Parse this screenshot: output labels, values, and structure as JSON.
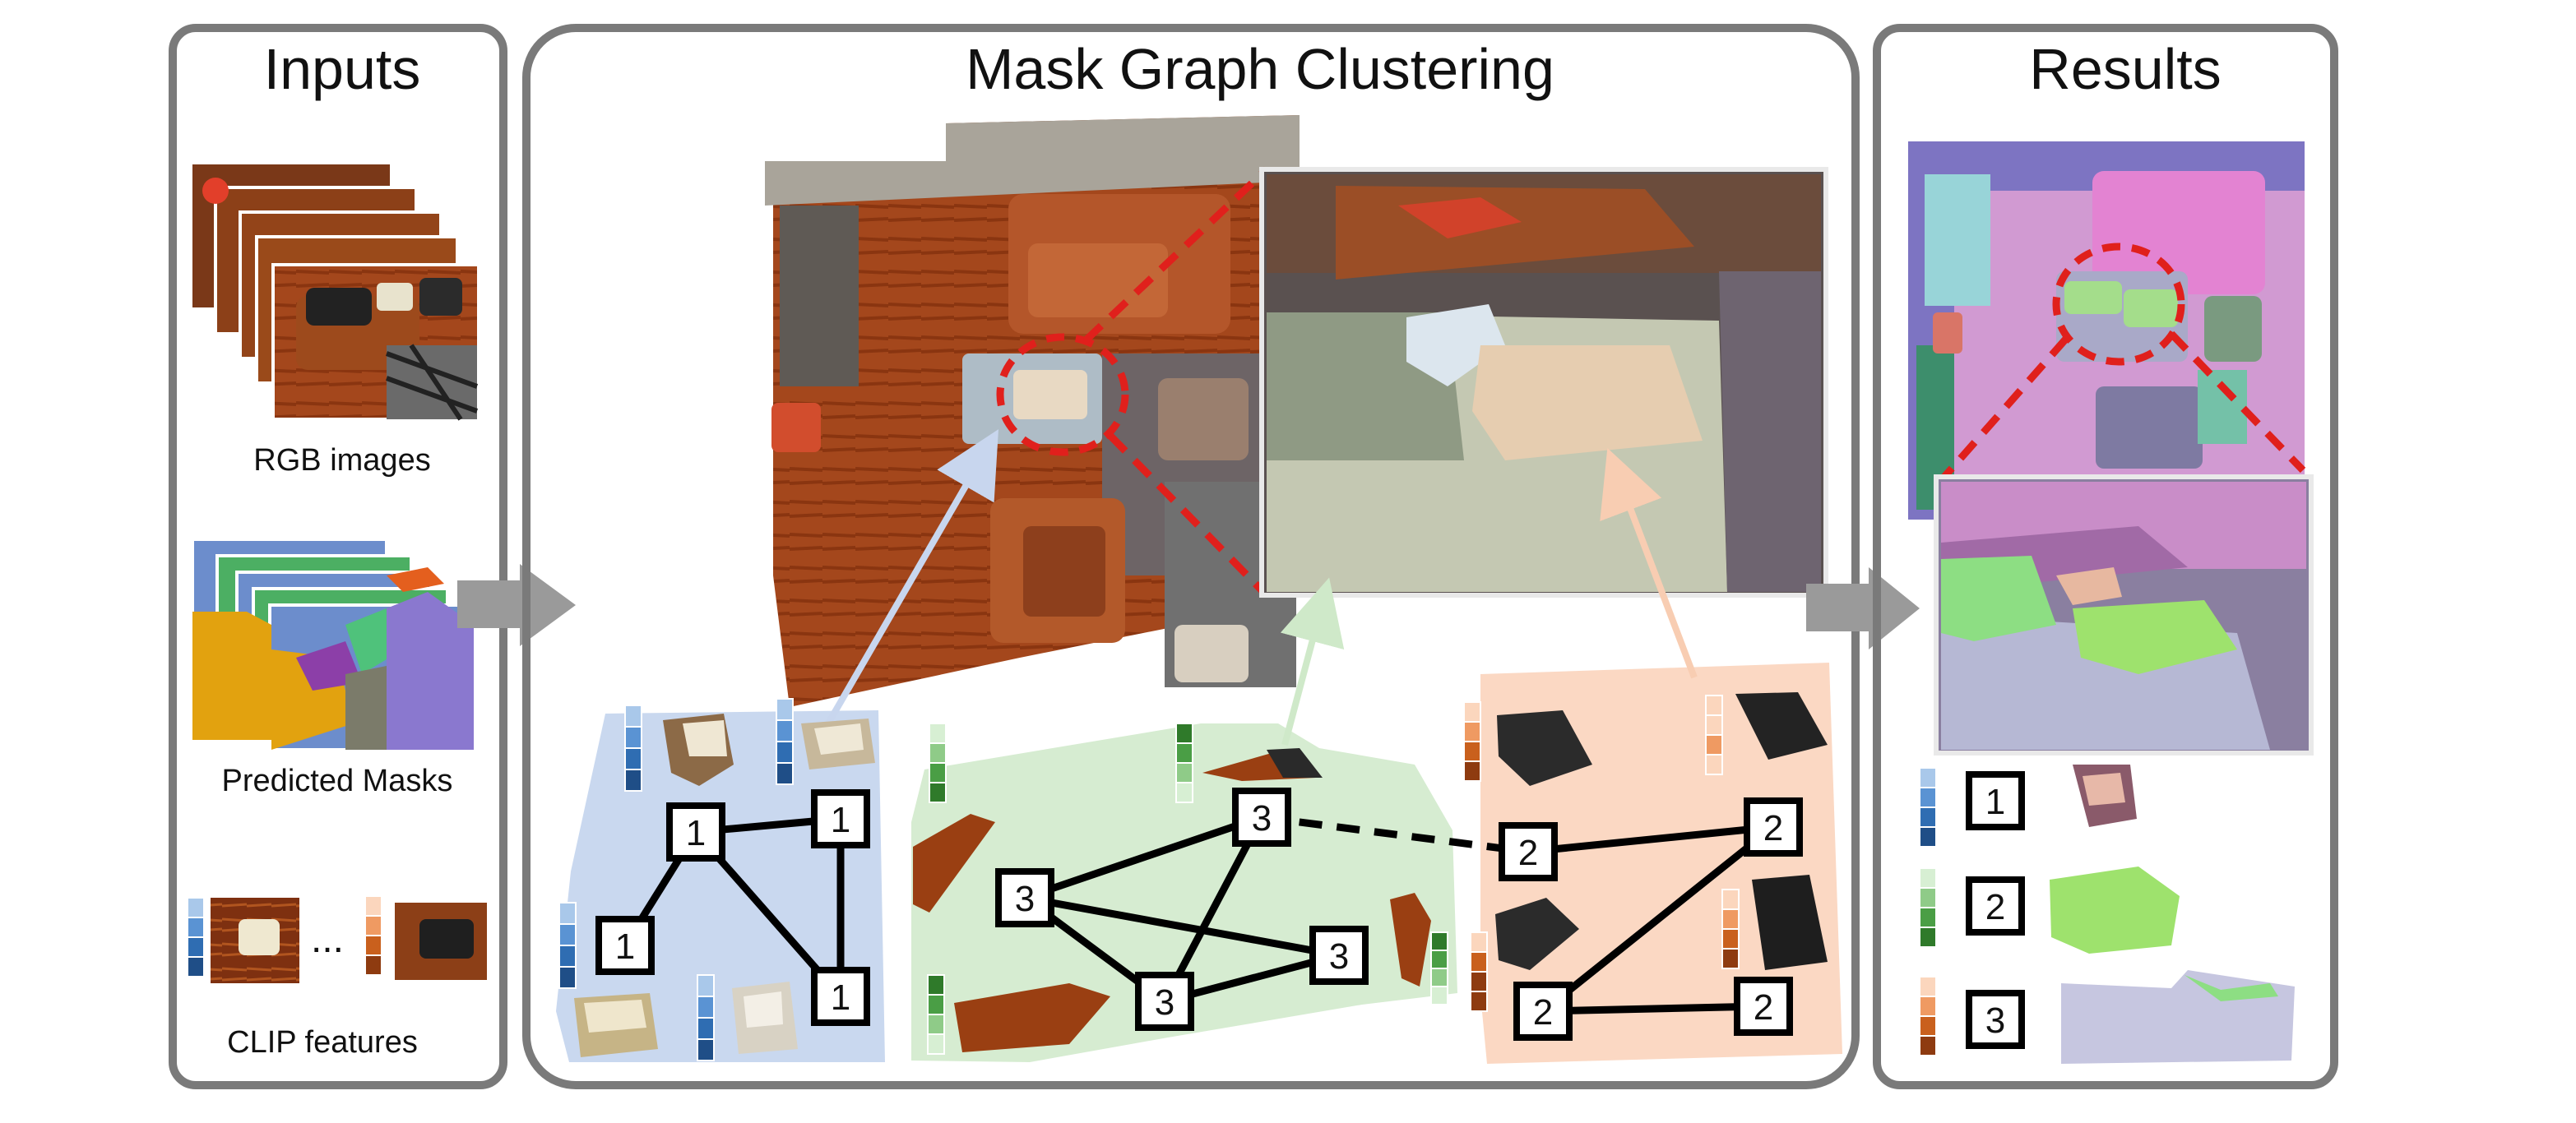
{
  "titles": {
    "inputs": "Inputs",
    "clustering": "Mask Graph Clustering",
    "results": "Results"
  },
  "captions": {
    "rgb": "RGB images",
    "masks": "Predicted Masks",
    "clip": "CLIP features",
    "ellipsis": "..."
  },
  "node_labels": {
    "blue": "1",
    "green": "3",
    "orange": "2"
  },
  "result_labels": [
    "1",
    "2",
    "3"
  ],
  "colors": {
    "panel_border": "#7a7a7a",
    "red_dashed": "#e0201c",
    "blue_hull": "#c9d8ef",
    "green_hull": "#d6ecd1",
    "orange_hull": "#fbd8c3",
    "blue_feat": [
      "#1f4e87",
      "#2f6db2",
      "#5a93d3",
      "#a9c8ea"
    ],
    "green_feat": [
      "#2f7a2a",
      "#4a9e45",
      "#8fcb88",
      "#d7efd3"
    ],
    "orange_feat": [
      "#8e3b10",
      "#c9601d",
      "#ef9a62",
      "#fbd6bd"
    ],
    "arrow_gray": "#9a9a9a"
  },
  "icons": [
    "rgb-image-stack",
    "mask-stack",
    "clip-feature-vector",
    "scene-reconstruction",
    "zoomed-inset",
    "object-mask-thumbnail",
    "result-scene",
    "result-inset"
  ]
}
